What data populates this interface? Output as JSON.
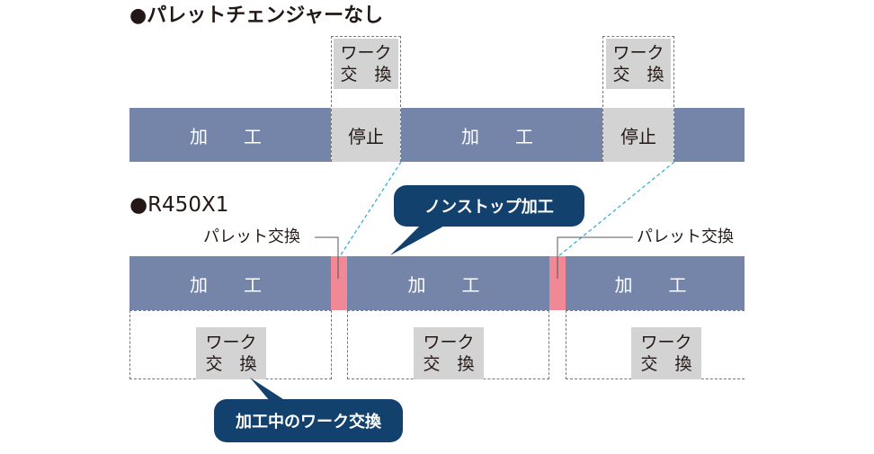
{
  "section_no_changer": {
    "heading": "●パレットチェンジャーなし",
    "bar_labels": [
      "加　工",
      "加　工"
    ],
    "stop_labels": [
      "停止",
      "停止"
    ],
    "work_change_line1": "ワーク",
    "work_change_line2": "交　換"
  },
  "section_r450x1": {
    "heading": "●R450X1",
    "bar_labels": [
      "加　工",
      "加　工",
      "加　工"
    ],
    "pallet_change_label": "パレット交換",
    "work_change_line1": "ワーク",
    "work_change_line2": "交　換",
    "callout_nonstop": "ノンストップ加工",
    "callout_work_change": "加工中のワーク交換"
  },
  "colors": {
    "machining_bar": "#7585aa",
    "stop_box": "#d3d3d3",
    "pallet_change": "#f08895",
    "callout": "#13416e",
    "guide_line": "#3aaed8"
  }
}
